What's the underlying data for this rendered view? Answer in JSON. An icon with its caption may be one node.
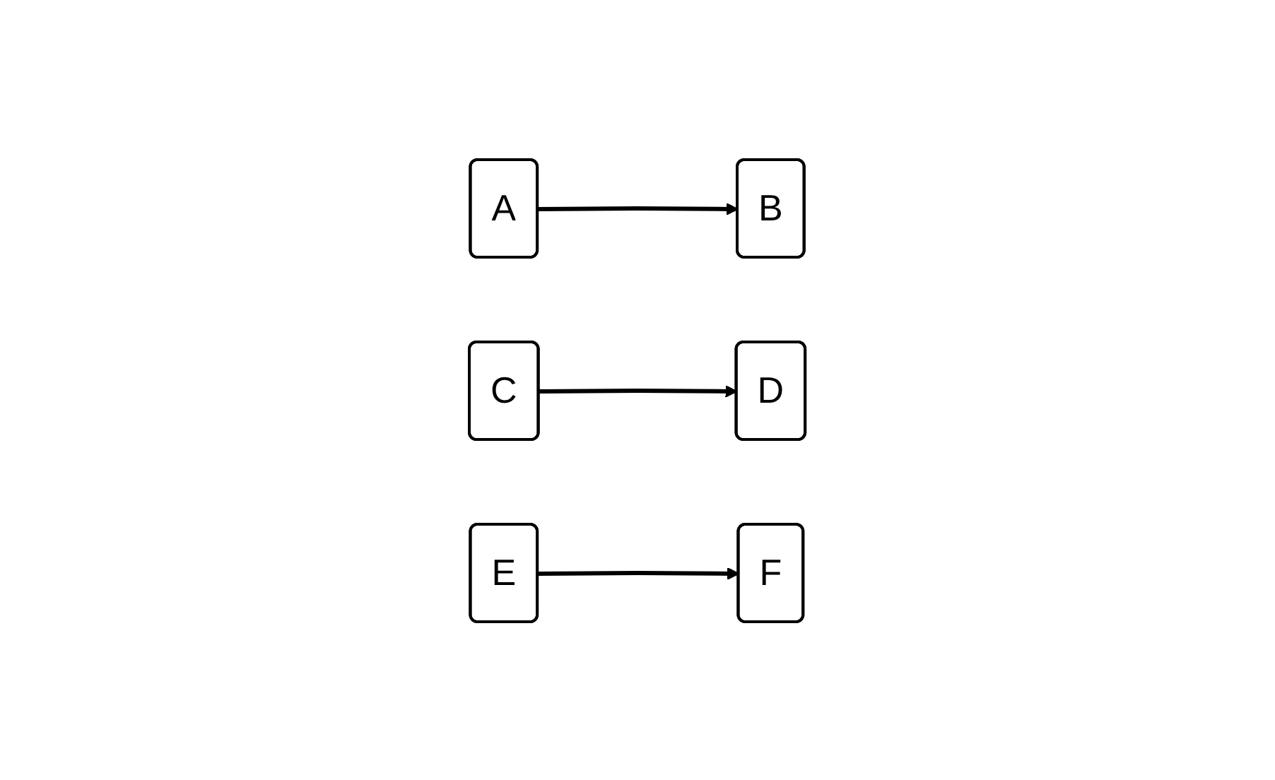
{
  "diagram": {
    "nodes": [
      {
        "text": [
          "A"
        ]
      },
      {
        "text": [
          "B"
        ]
      },
      {
        "text": [
          "C"
        ]
      },
      {
        "text": [
          "D"
        ]
      },
      {
        "text": [
          "E"
        ]
      },
      {
        "text": [
          "F"
        ]
      }
    ],
    "edges": [
      {
        "from": 0,
        "to": 1,
        "arrow": "to"
      },
      {
        "from": 2,
        "to": 3,
        "arrow": "to"
      },
      {
        "from": 4,
        "to": 5,
        "arrow": "to"
      }
    ]
  }
}
